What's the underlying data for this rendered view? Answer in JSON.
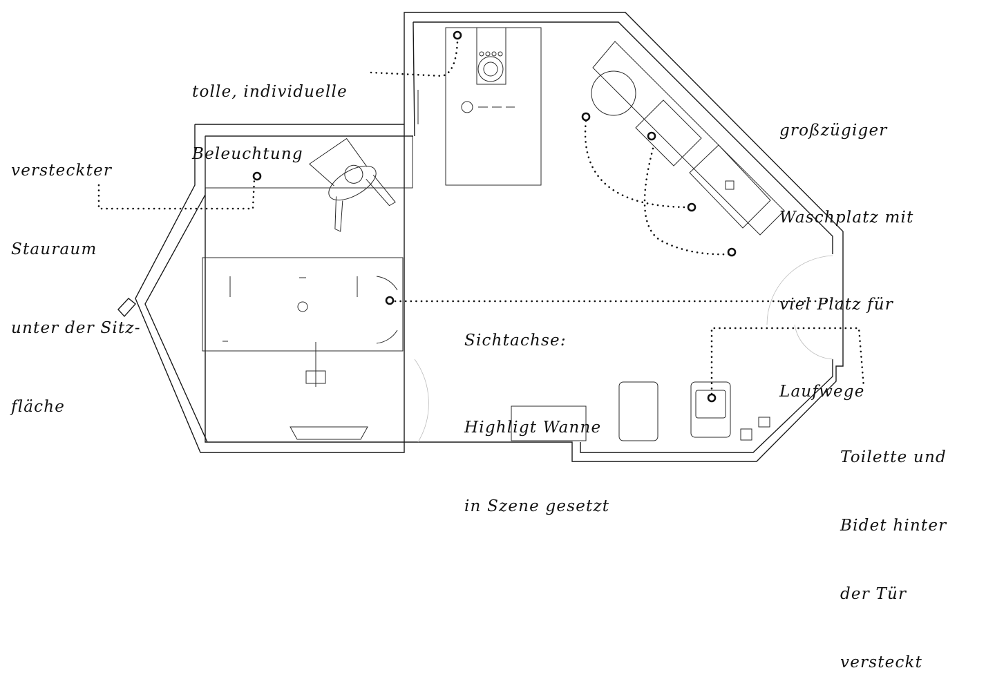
{
  "annotations": {
    "lighting": [
      "tolle, individuelle",
      "Beleuchtung"
    ],
    "storage": [
      "versteckter",
      "Stauraum",
      "unter der Sitz-",
      "fläche"
    ],
    "washplace": [
      "großzügiger",
      "Waschplatz mit",
      "viel Platz für",
      "Laufwege"
    ],
    "sightline": [
      "Sichtachse:",
      "Highligt Wanne",
      "in Szene gesetzt"
    ],
    "toilet": [
      "Toilette und",
      "Bidet hinter",
      "der Tür",
      "versteckt"
    ]
  }
}
